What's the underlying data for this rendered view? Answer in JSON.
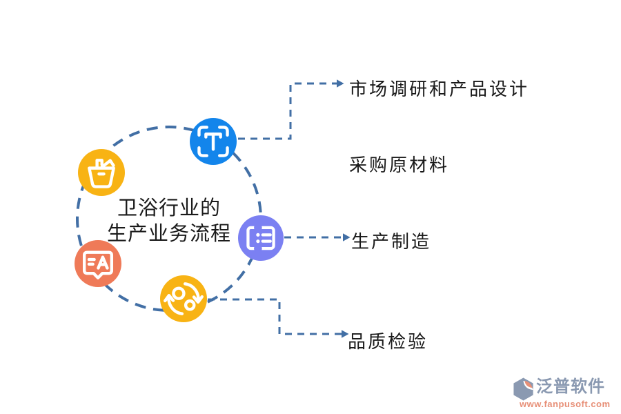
{
  "colors": {
    "node_blue": "#1385eb",
    "node_yellow": "#f8b314",
    "node_orange": "#ef7a58",
    "node_purple": "#7b80f2",
    "line_blue": "#426fa5",
    "text": "#1a1a1a",
    "icon_stroke": "#ffffff",
    "watermark_gray": "#8a99b1",
    "watermark_salmon": "#e78f77"
  },
  "center_title": {
    "line1": "卫浴行业的",
    "line2": "生产业务流程"
  },
  "icons": {
    "top": "scan-text-icon",
    "left": "shopping-basket-icon",
    "right": "ticket-list-icon",
    "bottom_left": "chat-translate-icon",
    "bottom": "sync-cycle-icon"
  },
  "labels": {
    "step1": "市场调研和产品设计",
    "step2": "采购原材料",
    "step3": "生产制造",
    "step4": "品质检验"
  },
  "watermark": {
    "brand": "泛普软件",
    "url": "www.fanpusoft.com"
  }
}
